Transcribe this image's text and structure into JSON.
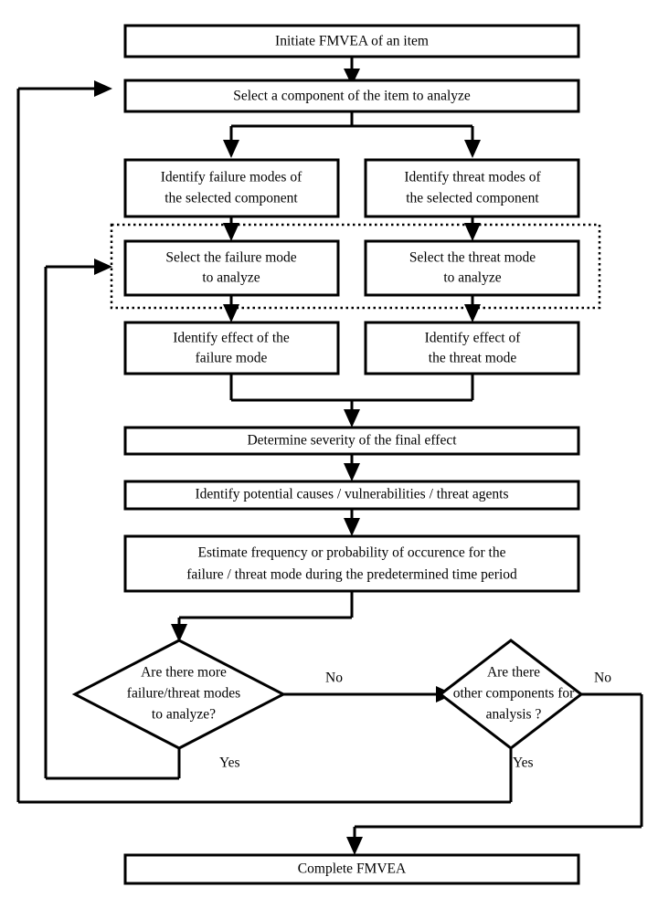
{
  "diagram": {
    "title": "FMVEA process flowchart",
    "type": "flowchart",
    "background_color": "#ffffff",
    "line_color": "#000000",
    "text_color": "#000000"
  },
  "nodes": {
    "initiate": {
      "label": "Initiate FMVEA of an item",
      "shape": "rect"
    },
    "select_component": {
      "label": "Select a component of the item to analyze",
      "shape": "rect"
    },
    "identify_failure_modes_l1": {
      "label": "Identify failure modes of",
      "shape": "rect"
    },
    "identify_failure_modes_l2": {
      "label": "the selected component",
      "shape": "rect"
    },
    "identify_threat_modes_l1": {
      "label": "Identify threat modes of",
      "shape": "rect"
    },
    "identify_threat_modes_l2": {
      "label": "the selected component",
      "shape": "rect"
    },
    "select_failure_mode_l1": {
      "label": "Select the failure mode",
      "shape": "rect"
    },
    "select_failure_mode_l2": {
      "label": "to analyze",
      "shape": "rect"
    },
    "select_threat_mode_l1": {
      "label": "Select the threat mode",
      "shape": "rect"
    },
    "select_threat_mode_l2": {
      "label": "to analyze",
      "shape": "rect"
    },
    "identify_effect_failure_l1": {
      "label": "Identify effect of the",
      "shape": "rect"
    },
    "identify_effect_failure_l2": {
      "label": "failure mode",
      "shape": "rect"
    },
    "identify_effect_threat_l1": {
      "label": "Identify effect of",
      "shape": "rect"
    },
    "identify_effect_threat_l2": {
      "label": "the threat mode",
      "shape": "rect"
    },
    "determine_severity": {
      "label": "Determine severity of the final effect",
      "shape": "rect"
    },
    "identify_causes": {
      "label": "Identify potential causes / vulnerabilities / threat agents",
      "shape": "rect"
    },
    "estimate_frequency_l1": {
      "label": "Estimate frequency or probability of occurence for the",
      "shape": "rect"
    },
    "estimate_frequency_l2": {
      "label": "failure / threat mode during the predetermined time period",
      "shape": "rect"
    },
    "decision_more_modes_l1": {
      "label": "Are there more",
      "shape": "diamond"
    },
    "decision_more_modes_l2": {
      "label": "failure/threat modes",
      "shape": "diamond"
    },
    "decision_more_modes_l3": {
      "label": "to analyze?",
      "shape": "diamond"
    },
    "decision_other_components_l1": {
      "label": "Are there",
      "shape": "diamond"
    },
    "decision_other_components_l2": {
      "label": "other components for",
      "shape": "diamond"
    },
    "decision_other_components_l3": {
      "label": "analysis ?",
      "shape": "diamond"
    },
    "complete": {
      "label": "Complete FMVEA",
      "shape": "rect"
    }
  },
  "edge_labels": {
    "modes_no": "No",
    "modes_yes": "Yes",
    "components_no": "No",
    "components_yes": "Yes"
  }
}
